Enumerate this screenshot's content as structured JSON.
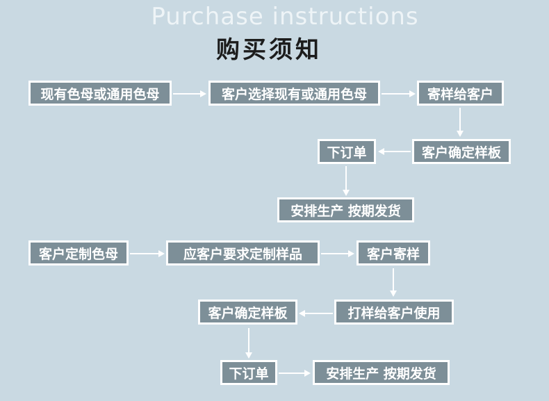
{
  "title_en": "Purchase instructions",
  "title_zh": "购买须知",
  "flow1": {
    "n1": "现有色母或通用色母",
    "n2": "客户选择现有或通用色母",
    "n3": "寄样给客户",
    "n4": "客户确定样板",
    "n5": "下订单",
    "n6": "安排生产 按期发货"
  },
  "flow2": {
    "n1": "客户定制色母",
    "n2": "应客户要求定制样品",
    "n3": "客户寄样",
    "n4": "打样给客户使用",
    "n5": "客户确定样板",
    "n6": "下订单",
    "n7": "安排生产 按期发货"
  }
}
